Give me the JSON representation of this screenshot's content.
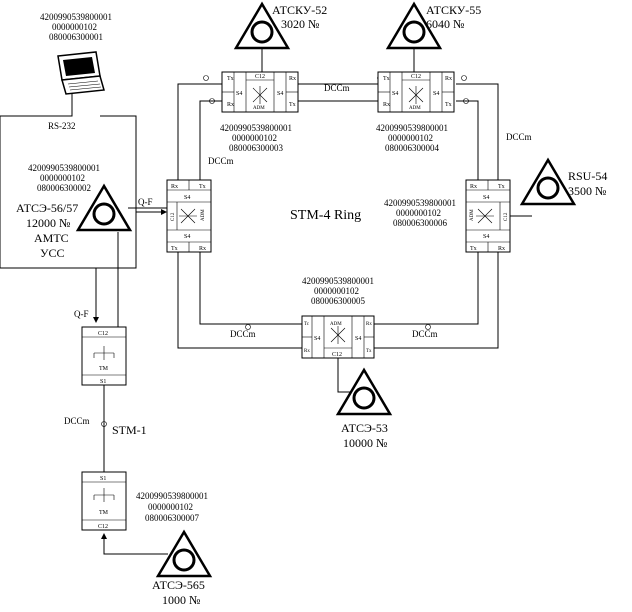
{
  "diagram": {
    "center_label": "STM-4 Ring",
    "stm1_label": "STM-1",
    "rs232_label": "RS-232",
    "dccm_label": "DCCm",
    "qf_label": "Q-F",
    "port_labels": {
      "c12": "C12",
      "s4": "S4",
      "s1": "S1",
      "adm": "ADM",
      "tm": "TM",
      "rx": "Rx",
      "tx": "Tx",
      "tc": "Tc"
    },
    "stations": {
      "atsku52": {
        "name": "АТСКУ-52",
        "cap": "3020 №"
      },
      "atsku55": {
        "name": "АТСКУ-55",
        "cap": "6040 №"
      },
      "rsu54": {
        "name": "RSU-54",
        "cap": "3500 №"
      },
      "atse53": {
        "name": "АТСЭ-53",
        "cap": "10000 №"
      },
      "atse565": {
        "name": "АТСЭ-565",
        "cap": "1000 №"
      },
      "atse5657": {
        "line1": "АТСЭ-56/57",
        "line2": "12000 №",
        "line3": "АМТС",
        "line4": "УСС"
      }
    },
    "ids": {
      "pc": [
        "4200990539800001",
        "0000000102",
        "080006300001"
      ],
      "adm_left": [
        "4200990539800001",
        "0000000102",
        "080006300002"
      ],
      "adm_topleft": [
        "4200990539800001",
        "0000000102",
        "080006300003"
      ],
      "adm_topright": [
        "4200990539800001",
        "0000000102",
        "080006300004"
      ],
      "adm_right": [
        "4200990539800001",
        "0000000102",
        "080006300006"
      ],
      "adm_bottom": [
        "4200990539800001",
        "0000000102",
        "080006300005"
      ],
      "tm_bottom": [
        "4200990539800001",
        "0000000102",
        "080006300007"
      ]
    }
  }
}
